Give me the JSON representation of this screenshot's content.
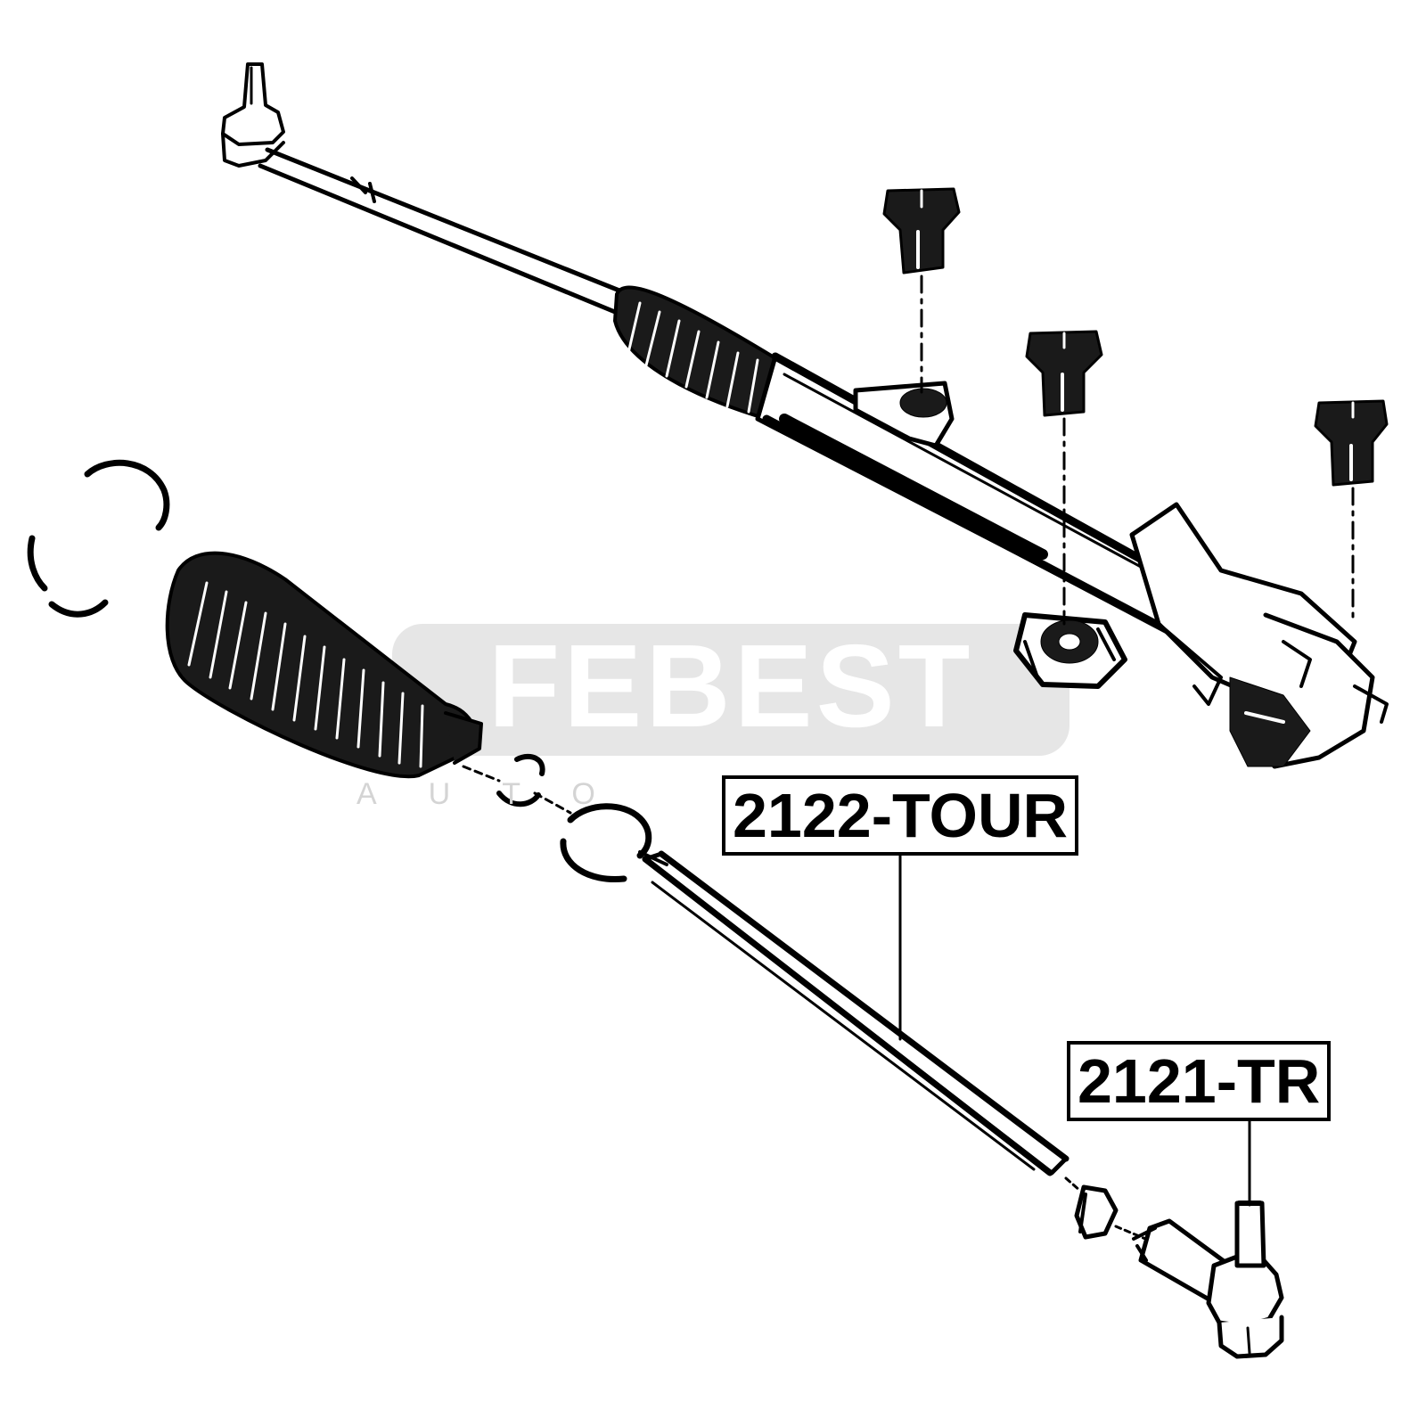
{
  "watermark": {
    "logo_text": "FEBEST",
    "sub_text": "AUTO"
  },
  "parts": [
    {
      "part_number": "2122-TOUR"
    },
    {
      "part_number": "2121-TR"
    }
  ],
  "colors": {
    "background": "#ffffff",
    "ink": "#000000",
    "watermark": "#d9d9d9"
  }
}
